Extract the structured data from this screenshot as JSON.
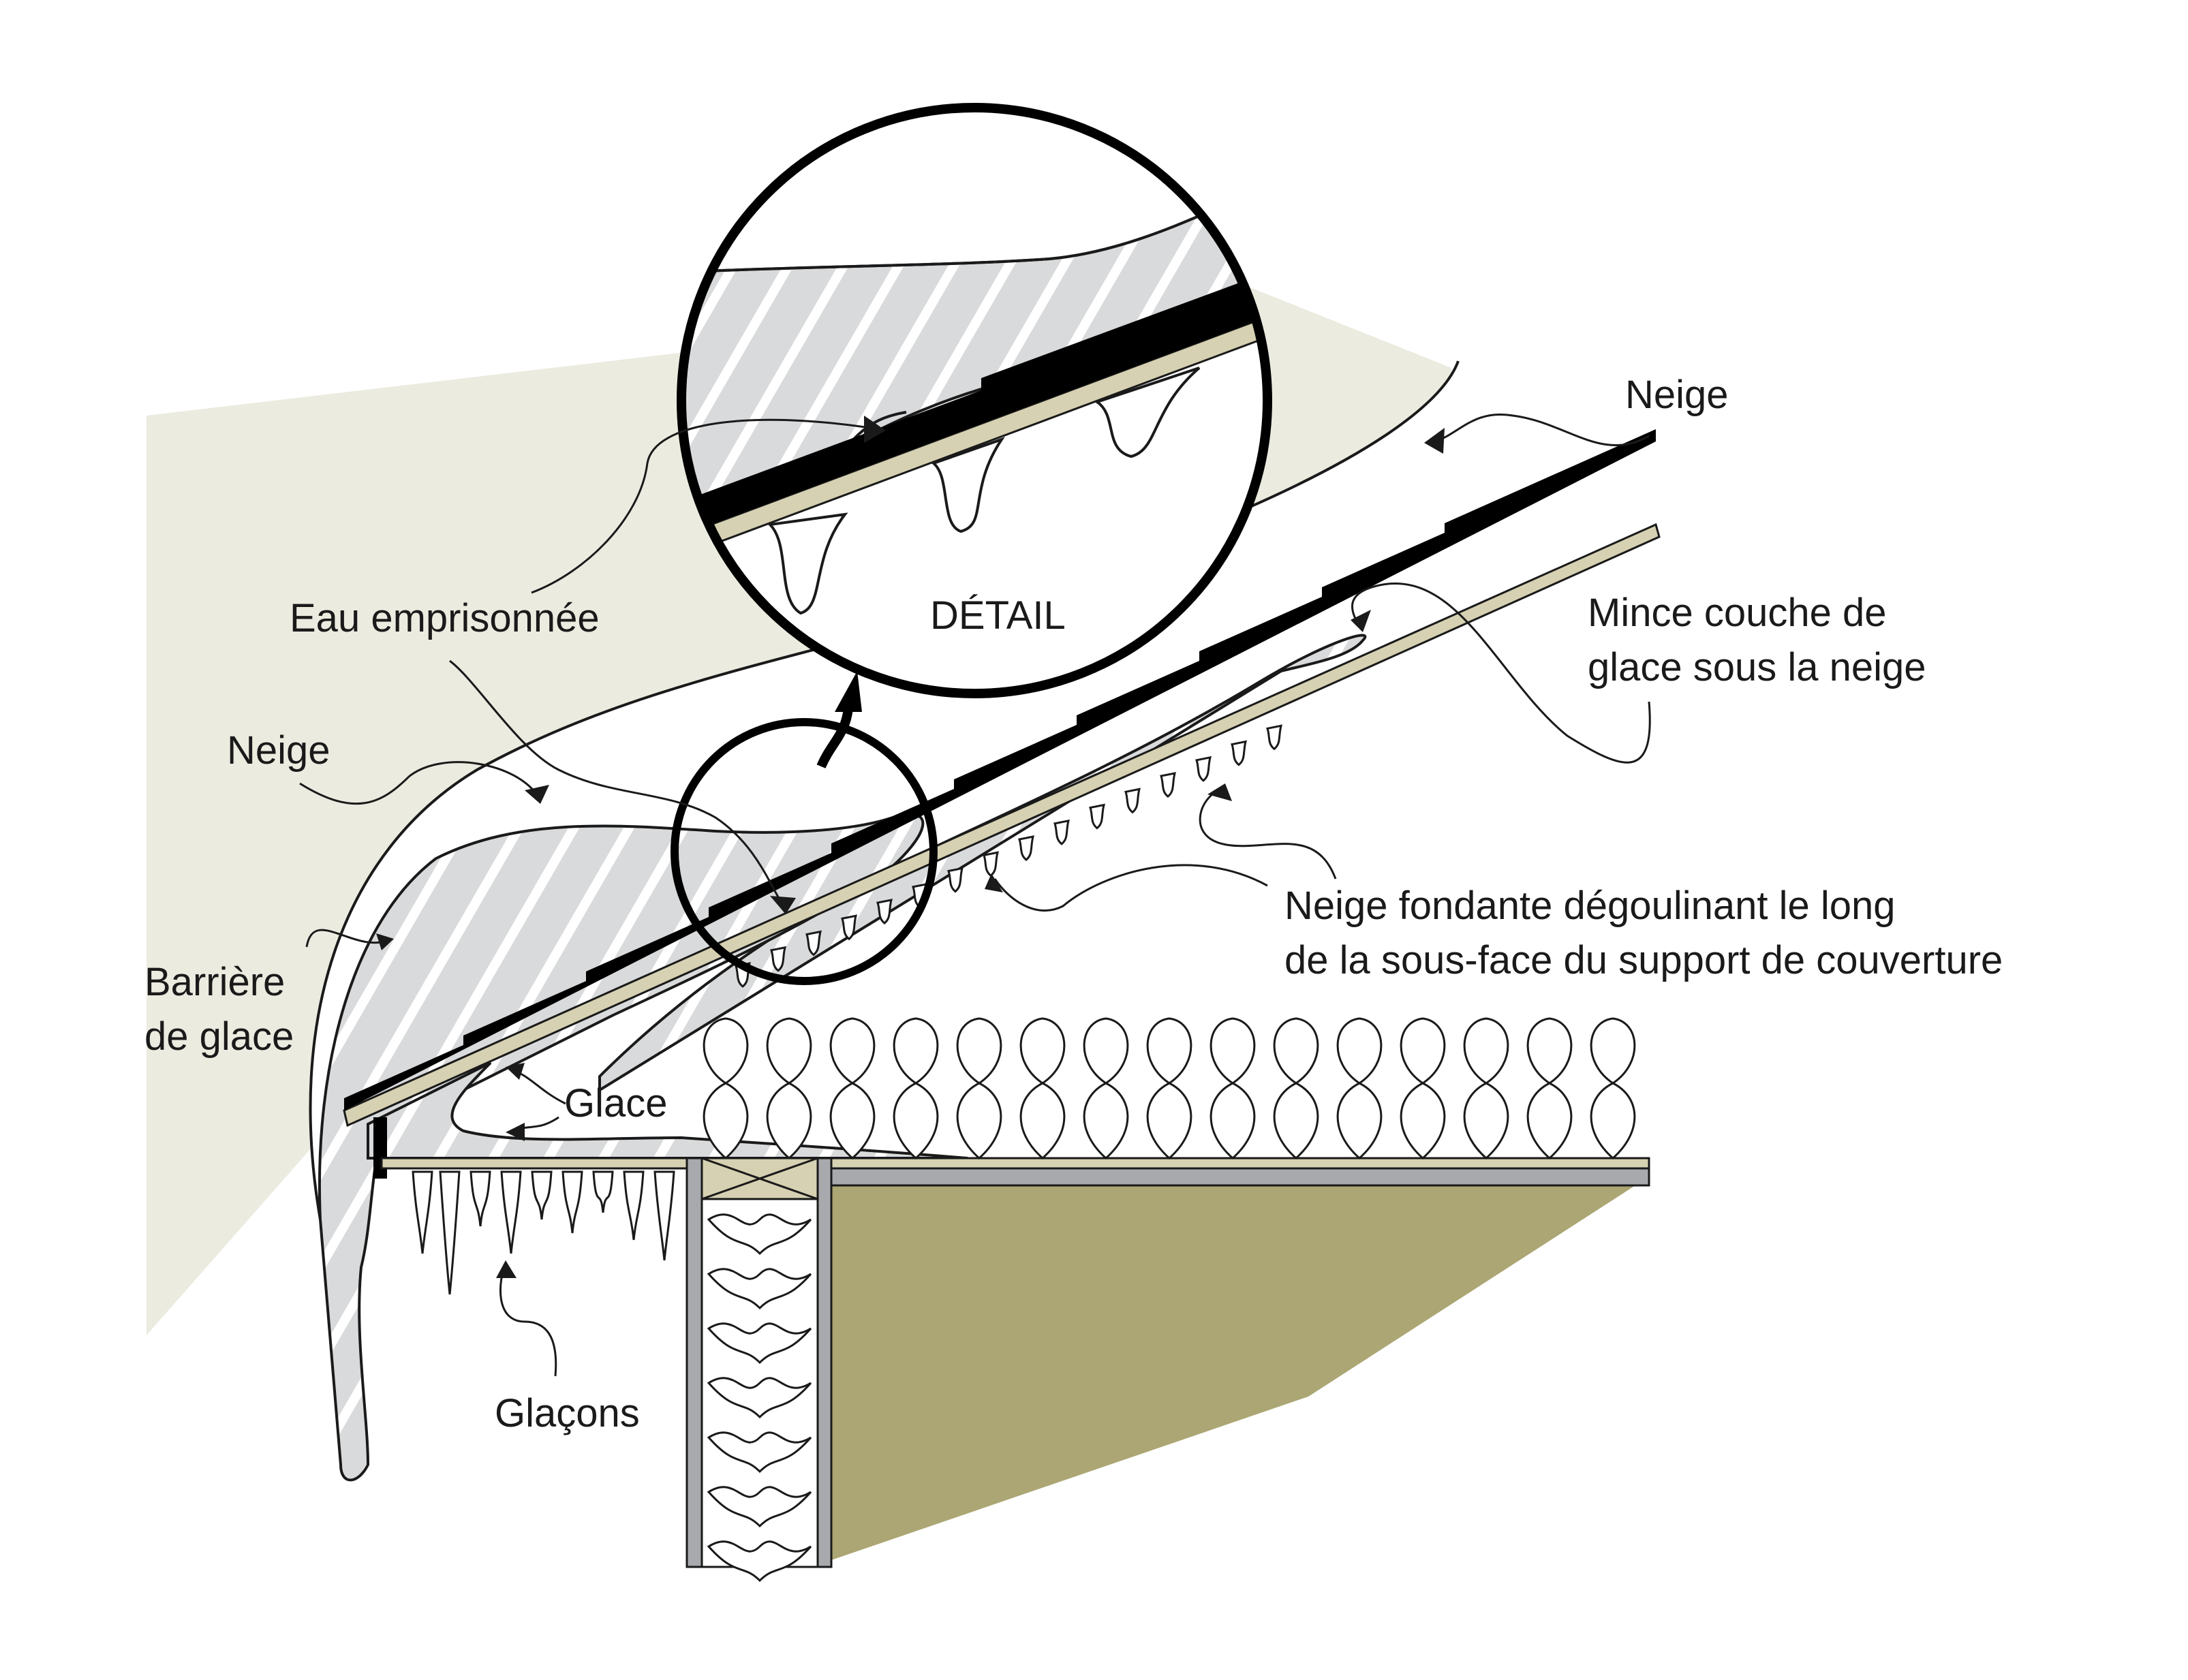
{
  "labels": {
    "snow_top": "Neige",
    "snow_left": "Neige",
    "trapped_water": "Eau emprisonnée",
    "detail": "DÉTAIL",
    "thin_ice": [
      "Mince couche de",
      "glace sous la neige"
    ],
    "melting_snow": [
      "Neige fondante dégoulinant le long",
      "de la sous-face du support de couverture"
    ],
    "ice_dam": [
      "Barrière",
      "de glace"
    ],
    "ice": "Glace",
    "icicles": "Glaçons"
  },
  "colors": {
    "wall_beige": "#ecebe0",
    "ceiling_olive": "#aba673",
    "snow_fill": "#ffffff",
    "ice_gray": "#d9dadb",
    "roof_black": "#000000",
    "sheathing_tan": "#d6d1b2",
    "stud_gray": "#a7a9ac",
    "line": "#1a1a1a"
  }
}
